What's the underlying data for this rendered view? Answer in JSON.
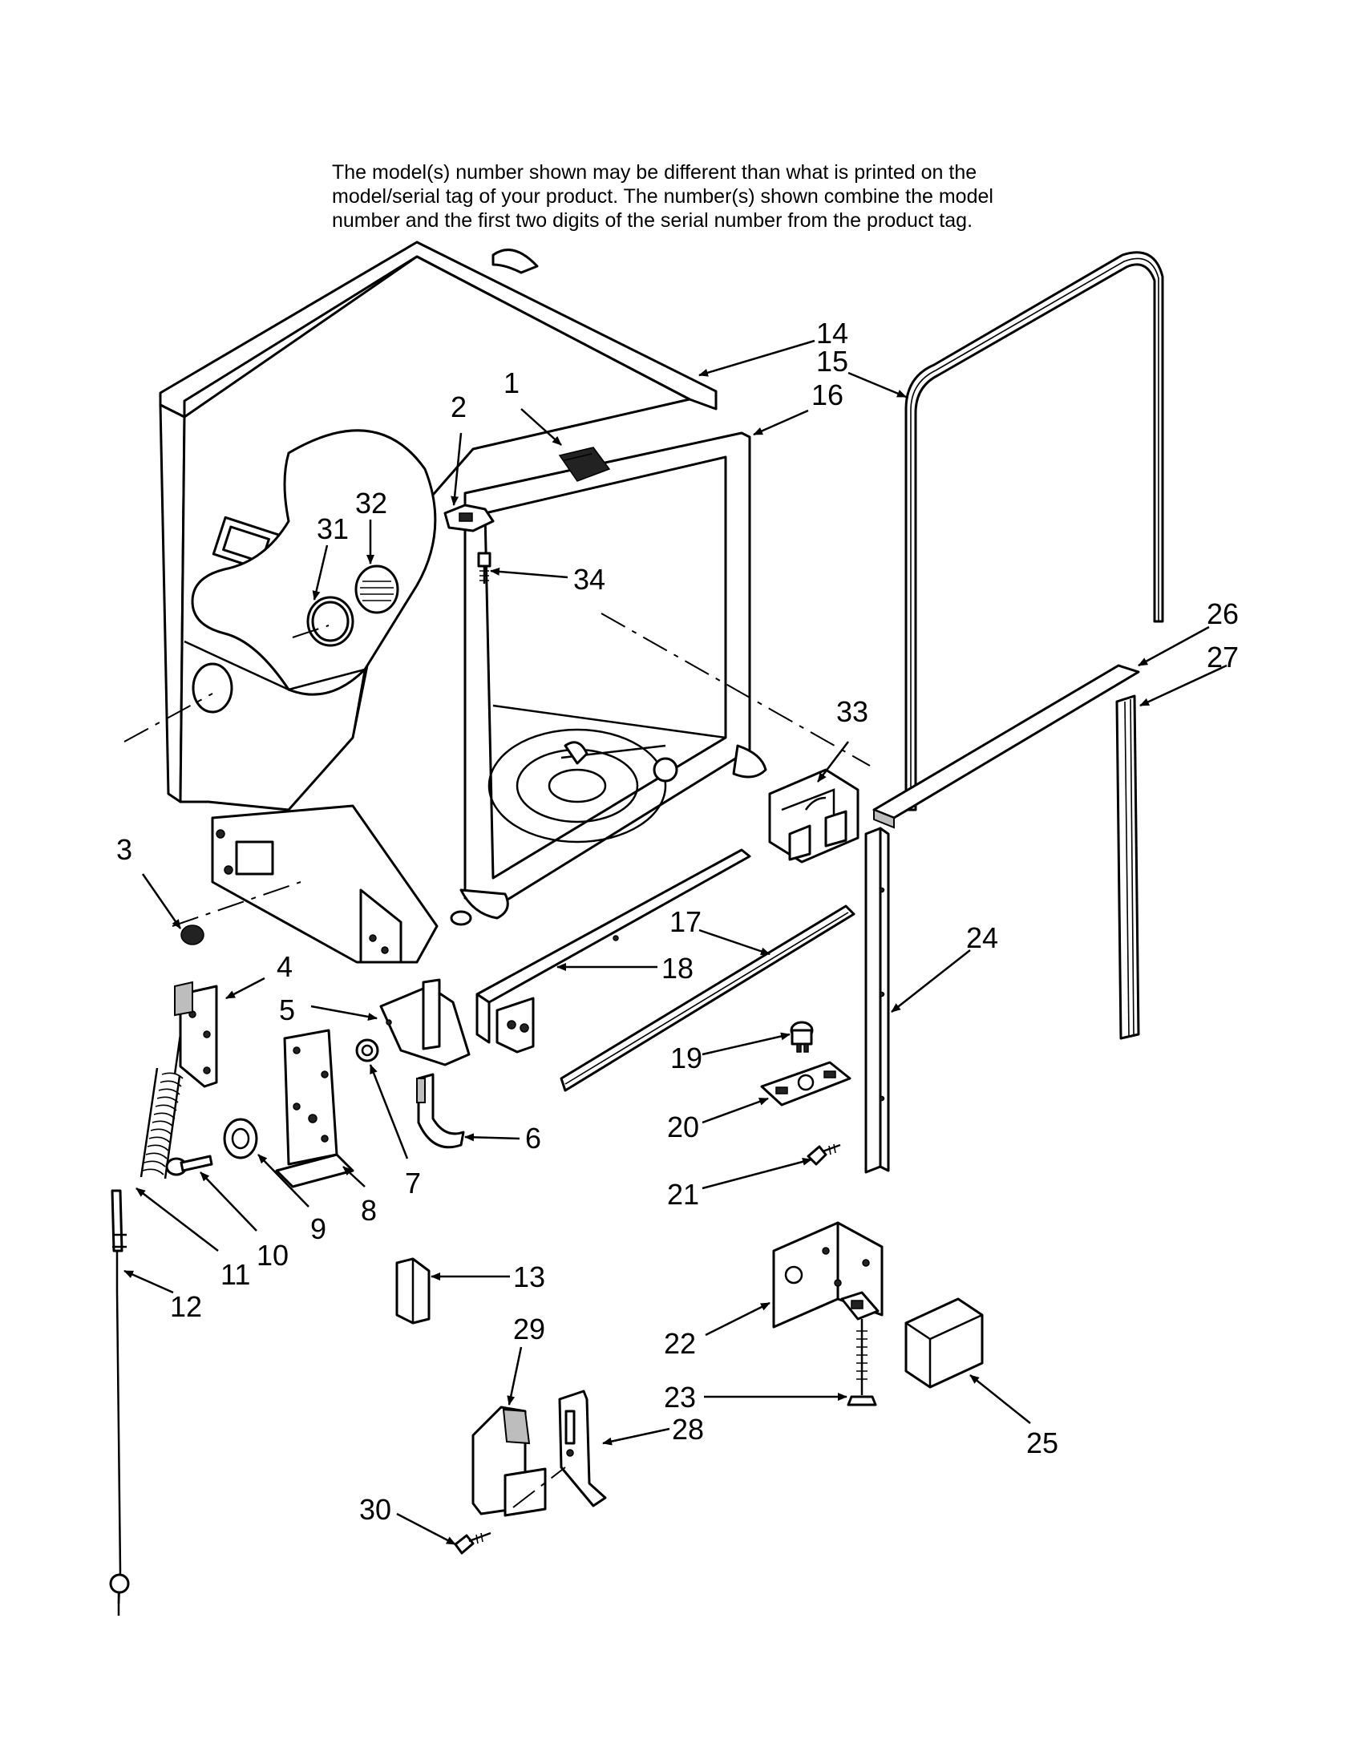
{
  "note": {
    "lines": [
      "The model(s) number shown may be different than what is printed on the",
      "model/serial tag of your product. The number(s) shown combine the model",
      "number and the first two digits of the serial number from the product tag."
    ]
  },
  "callouts": [
    "1",
    "2",
    "3",
    "4",
    "5",
    "6",
    "7",
    "8",
    "9",
    "10",
    "11",
    "12",
    "13",
    "14",
    "15",
    "16",
    "17",
    "18",
    "19",
    "20",
    "21",
    "22",
    "23",
    "24",
    "25",
    "26",
    "27",
    "28",
    "29",
    "30",
    "31",
    "32",
    "33",
    "34"
  ]
}
